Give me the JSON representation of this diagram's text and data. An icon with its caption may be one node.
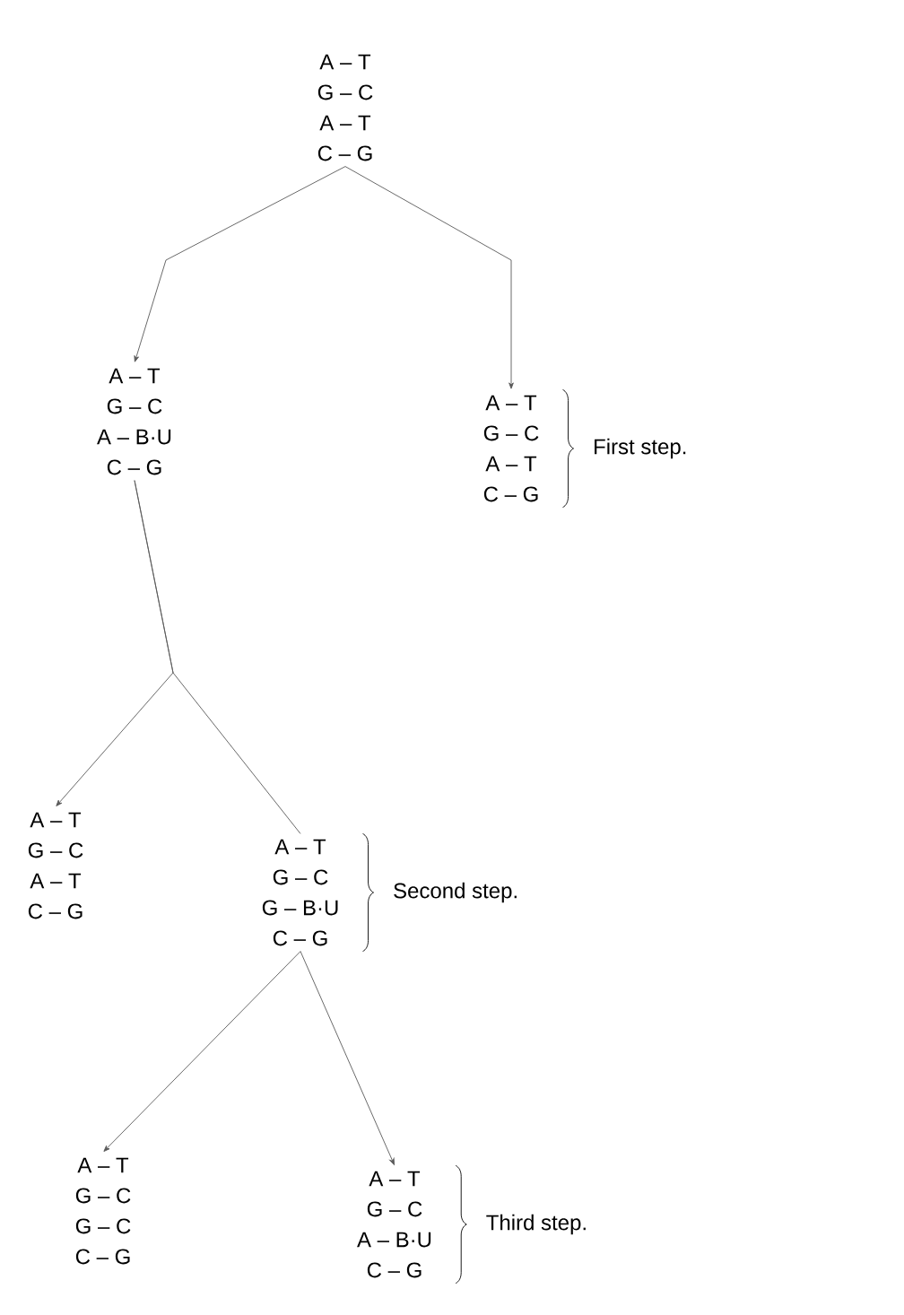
{
  "diagram": {
    "nodes": [
      {
        "text": [
          "A – T",
          "G – C",
          "A – T",
          "C – G"
        ]
      },
      {
        "text": [
          "A – T",
          "G – C",
          "A – B·U",
          "C – G"
        ]
      },
      {
        "text": [
          "A – T",
          "G – C",
          "A – T",
          "C – G"
        ]
      },
      {
        "text": [
          "A – T",
          "G – C",
          "A – T",
          "C – G"
        ]
      },
      {
        "text": [
          "A – T",
          "G – C",
          "G – B·U",
          "C – G"
        ]
      },
      {
        "text": [
          "A – T",
          "G – C",
          "G – C",
          "C – G"
        ]
      },
      {
        "text": [
          "A – T",
          "G – C",
          "A – B·U",
          "C – G"
        ]
      }
    ],
    "edges": [
      {
        "from": 0,
        "to": 1,
        "arrow": "to"
      },
      {
        "from": 0,
        "to": 2,
        "arrow": "to"
      },
      {
        "from": 1,
        "to": 3,
        "arrow": "to"
      },
      {
        "from": 1,
        "to": 4,
        "arrow": "none"
      },
      {
        "from": 4,
        "to": 5,
        "arrow": "to"
      },
      {
        "from": 4,
        "to": 6,
        "arrow": "to"
      }
    ],
    "labels": [
      "First step.",
      "Second step.",
      "Third step."
    ]
  }
}
